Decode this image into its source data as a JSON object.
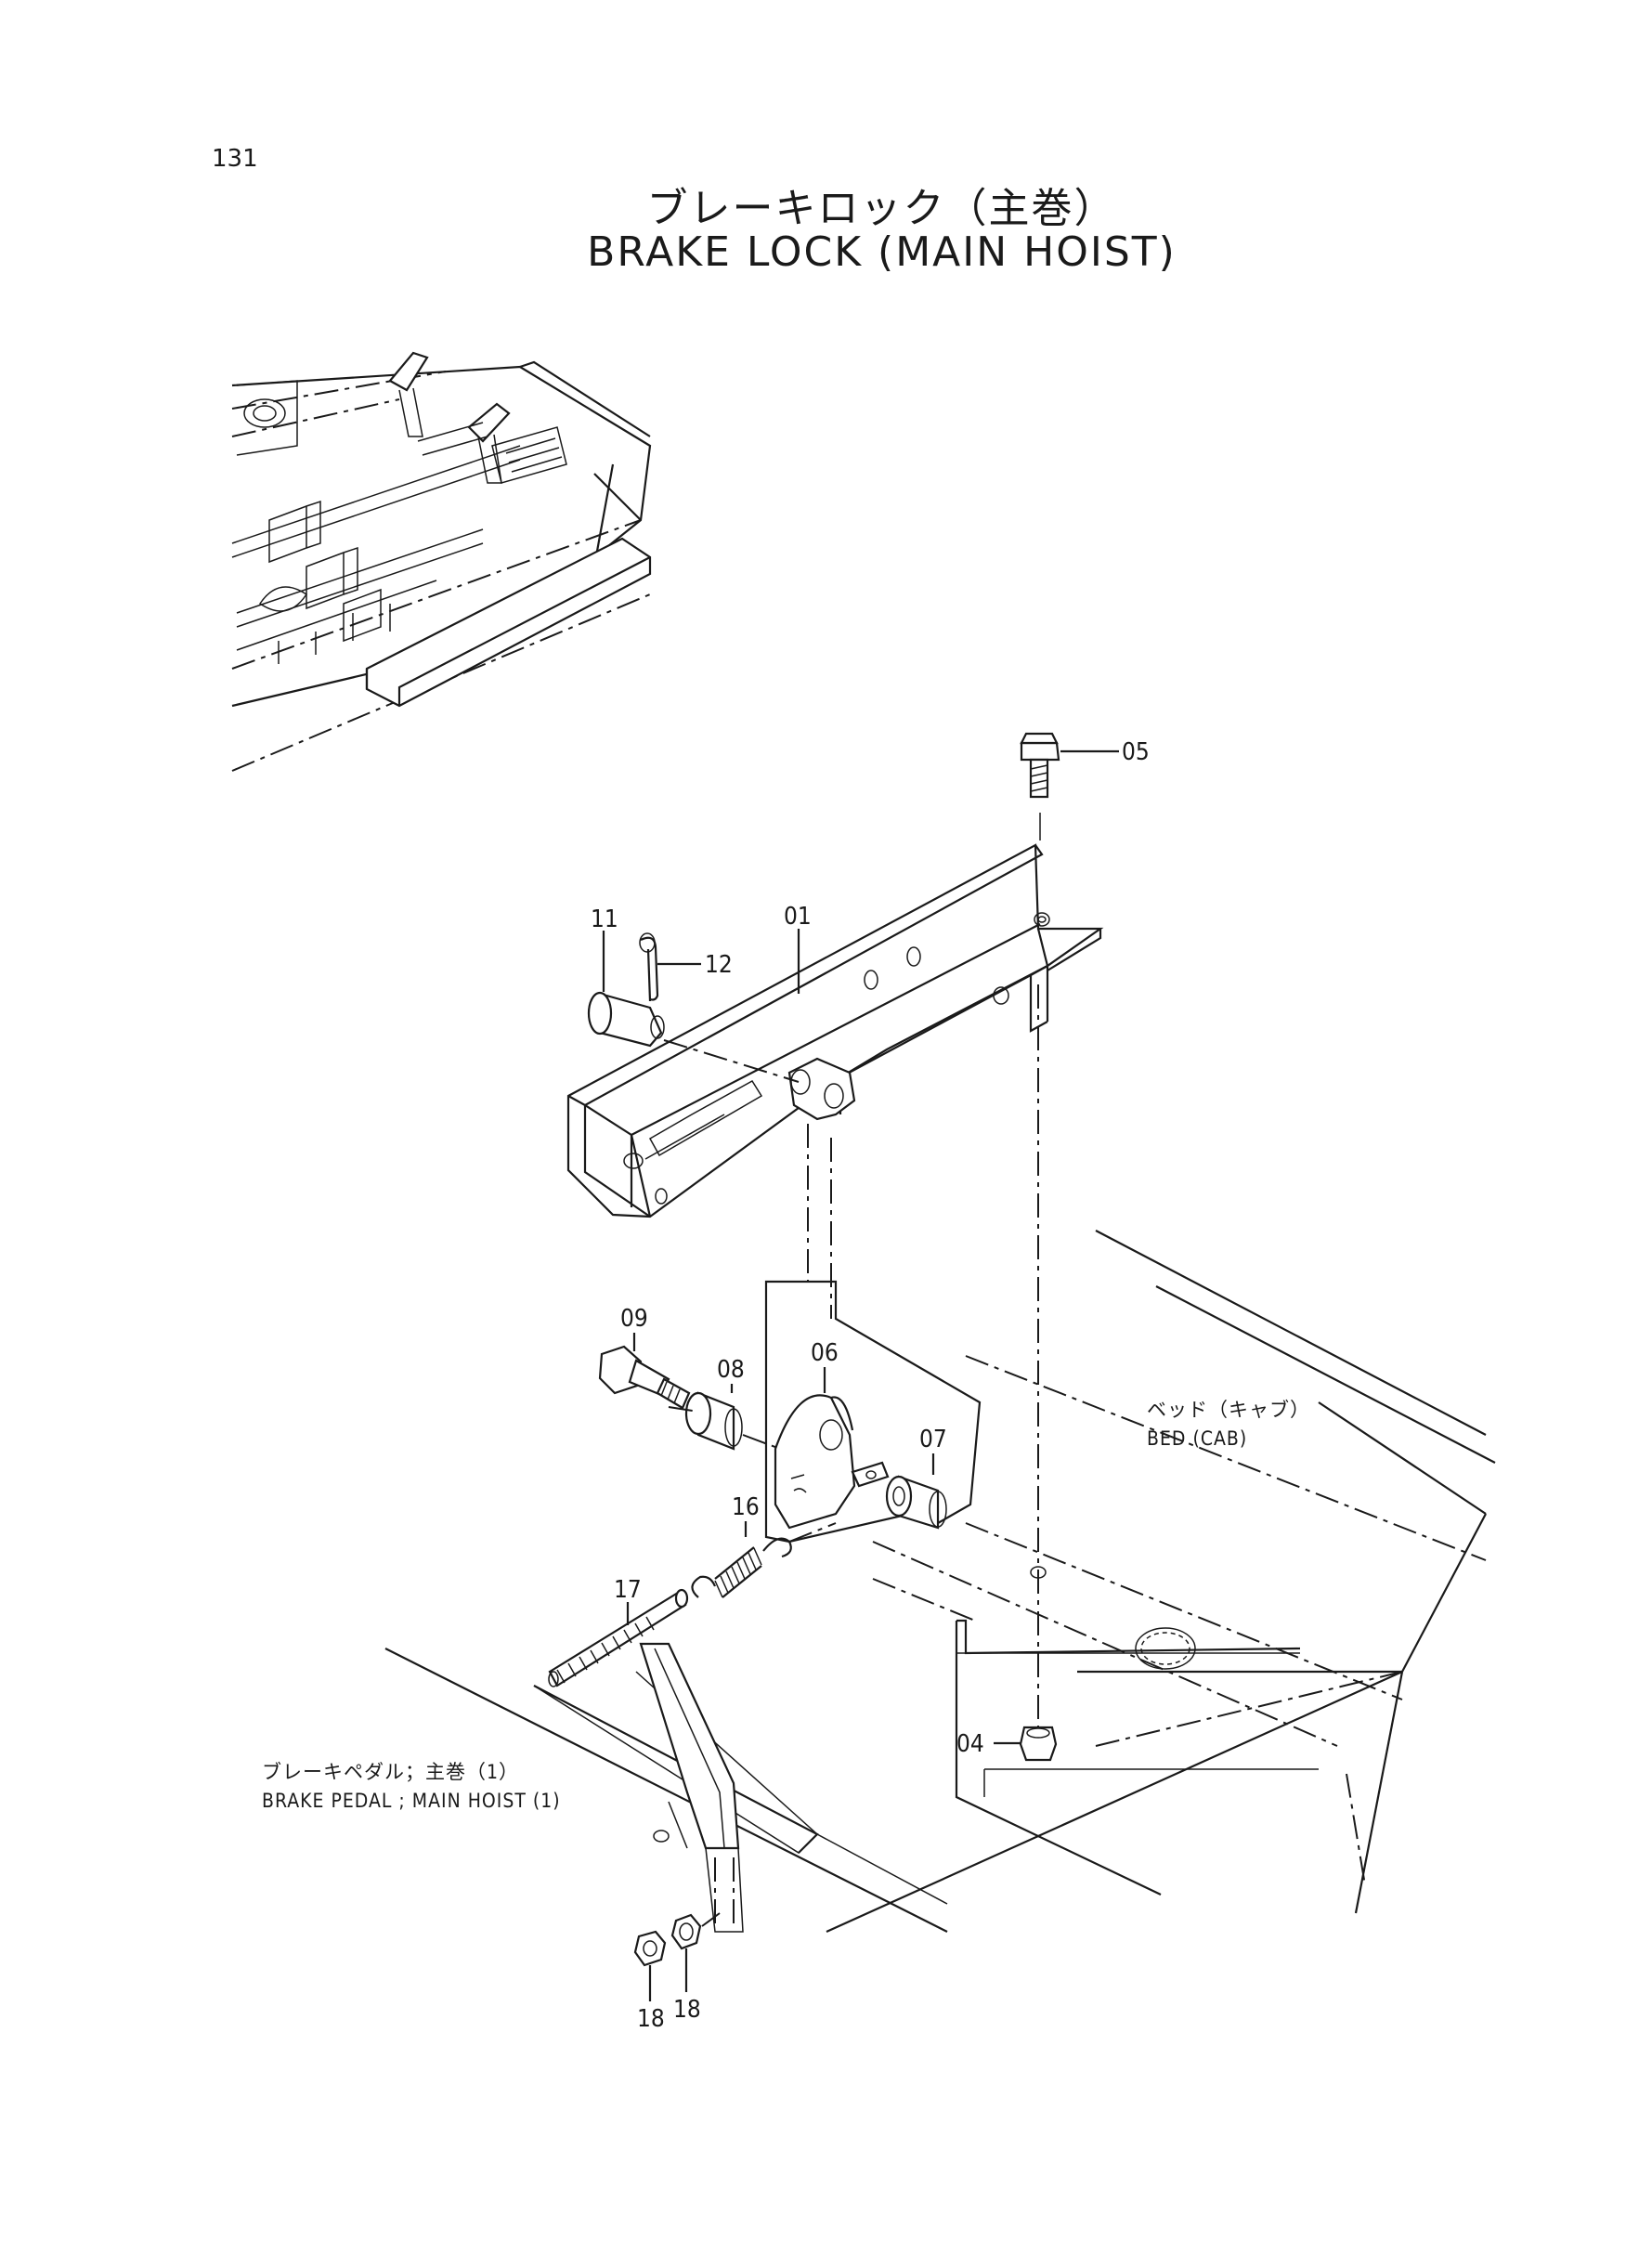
{
  "page": {
    "number": "131",
    "title_jp": "ブレーキロック（主巻）",
    "title_en": "BRAKE LOCK (MAIN HOIST)"
  },
  "callouts": {
    "p01": "01",
    "p04": "04",
    "p05": "05",
    "p06": "06",
    "p07": "07",
    "p08": "08",
    "p09": "09",
    "p11": "11",
    "p12": "12",
    "p16": "16",
    "p17": "17",
    "p18a": "18",
    "p18b": "18"
  },
  "labels": {
    "bed_cab_jp": "ベッド（キャブ）",
    "bed_cab_en": "BED (CAB)",
    "brake_pedal_jp": "ブレーキペダル；主巻（1）",
    "brake_pedal_en": "BRAKE PEDAL ; MAIN HOIST (1)"
  }
}
